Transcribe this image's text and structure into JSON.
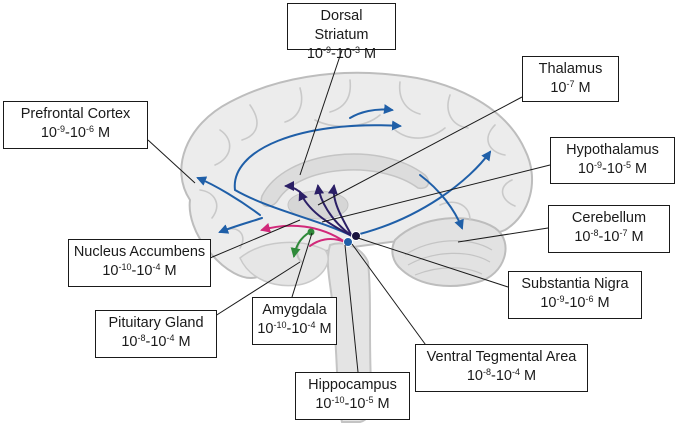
{
  "colors": {
    "background": "#ffffff",
    "brain_fill": "#ececec",
    "brain_fold": "#c9c9c9",
    "brain_outline": "#bdbdbd",
    "pathway_mesocortical": "#1f5fa8",
    "pathway_nigrostriatal": "#2b1f66",
    "pathway_mesolimbic": "#d1297a",
    "pathway_tuberoinfundibular": "#2f8a3a",
    "leader_line": "#1a1a1a"
  },
  "icons": {
    "brain": "sagittal-brain-illustration",
    "arrow": "arrowhead-icon",
    "node": "nucleus-dot-icon"
  },
  "regions": [
    {
      "key": "dorsal_striatum",
      "name": "Dorsal Striatum",
      "range": {
        "low_exp": "-9",
        "high_exp": "-3",
        "unit": "M"
      }
    },
    {
      "key": "thalamus",
      "name": "Thalamus",
      "range": {
        "single_exp": "-7",
        "unit": "M"
      }
    },
    {
      "key": "prefrontal_cortex",
      "name": "Prefrontal Cortex",
      "range": {
        "low_exp": "-9",
        "high_exp": "-6",
        "unit": "M"
      }
    },
    {
      "key": "hypothalamus",
      "name": "Hypothalamus",
      "range": {
        "low_exp": "-9",
        "high_exp": "-5",
        "unit": "M"
      }
    },
    {
      "key": "cerebellum",
      "name": "Cerebellum",
      "range": {
        "low_exp": "-8",
        "high_exp": "-7",
        "unit": "M"
      }
    },
    {
      "key": "nucleus_accumbens",
      "name": "Nucleus Accumbens",
      "range": {
        "low_exp": "-10",
        "high_exp": "-4",
        "unit": "M"
      }
    },
    {
      "key": "substantia_nigra",
      "name": "Substantia Nigra",
      "range": {
        "low_exp": "-9",
        "high_exp": "-6",
        "unit": "M"
      }
    },
    {
      "key": "pituitary_gland",
      "name": "Pituitary Gland",
      "range": {
        "low_exp": "-8",
        "high_exp": "-4",
        "unit": "M"
      }
    },
    {
      "key": "amygdala",
      "name": "Amygdala",
      "range": {
        "low_exp": "-10",
        "high_exp": "-4",
        "unit": "M"
      }
    },
    {
      "key": "ventral_tegmental_area",
      "name": "Ventral Tegmental Area",
      "range": {
        "low_exp": "-8",
        "high_exp": "-4",
        "unit": "M"
      }
    },
    {
      "key": "hippocampus",
      "name": "Hippocampus",
      "range": {
        "low_exp": "-10",
        "high_exp": "-5",
        "unit": "M"
      }
    }
  ]
}
